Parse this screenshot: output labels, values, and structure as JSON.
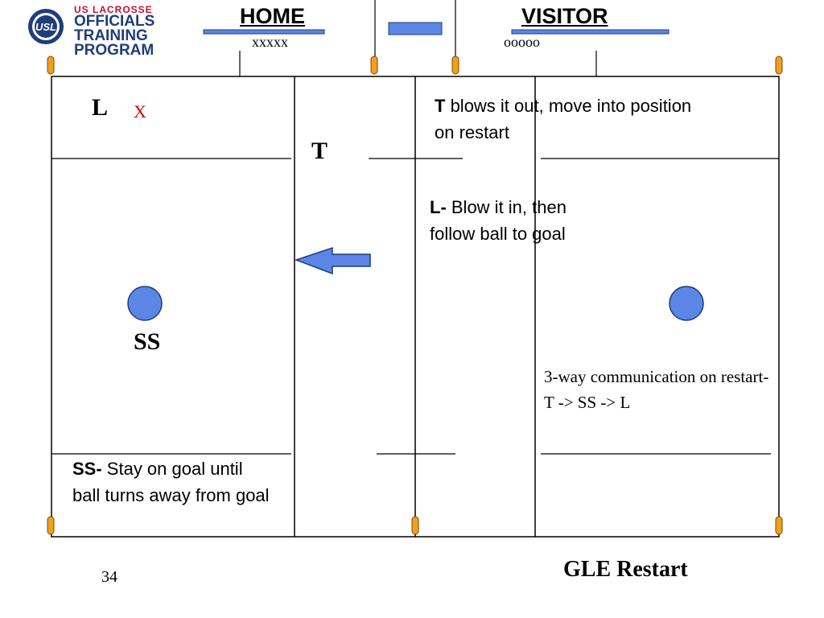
{
  "logo": {
    "badge_text": "USL",
    "line1": "US LACROSSE",
    "line2": "OFFICIALS",
    "line3": "TRAINING",
    "line4": "PROGRAM"
  },
  "header": {
    "home_label": "HOME",
    "home_players": "xxxxx",
    "visitor_label": "VISITOR",
    "visitor_players": "ooooo"
  },
  "officials": {
    "lead": "L",
    "lead_mark": "X",
    "trail": "T",
    "single_side": "SS"
  },
  "notes": {
    "trail_bold": "T",
    "trail_text": " blows it out, move into position on restart",
    "lead_bold": "L-",
    "lead_text": " Blow it in, then follow ball to goal",
    "ss_bold": "SS-",
    "ss_text": " Stay on goal until ball turns away from goal",
    "communication": "3-way communication on restart- T -> SS -> L"
  },
  "footer": {
    "slide_number": "34",
    "title": "GLE Restart"
  },
  "colors": {
    "accent_blue": "#5b86e5",
    "outline_navy": "#1f3d7a",
    "mark_red": "#d00000",
    "pylon_orange": "#f0a020"
  }
}
